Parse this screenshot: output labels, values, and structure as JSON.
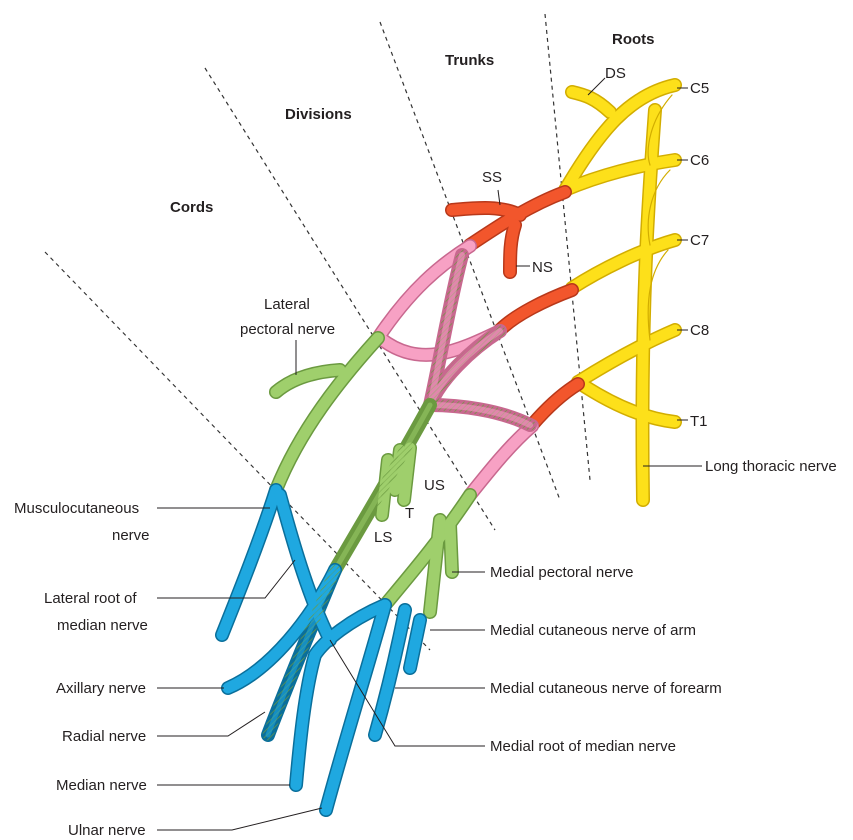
{
  "colors": {
    "roots": "#fde01a",
    "roots_outline": "#d2ad00",
    "trunks": "#f2562c",
    "trunks_outline": "#b8381a",
    "divisions": "#f7a1c4",
    "divisions_outline": "#c8688f",
    "cords": "#9fcf6c",
    "cords_outline": "#6b9a40",
    "branches": "#1fa8e0",
    "branches_outline": "#0a6f9b",
    "posterior_hatch": "#6b9a40"
  },
  "sections": {
    "roots": "Roots",
    "trunks": "Trunks",
    "divisions": "Divisions",
    "cords": "Cords"
  },
  "root_labels": {
    "c5": "C5",
    "c6": "C6",
    "c7": "C7",
    "c8": "C8",
    "t1": "T1",
    "ds": "DS",
    "long_thoracic": "Long thoracic nerve"
  },
  "trunk_labels": {
    "ss": "SS",
    "ns": "NS"
  },
  "branch_labels": {
    "us": "US",
    "t": "T",
    "ls": "LS",
    "lateral_pectoral_line1": "Lateral",
    "lateral_pectoral_line2": "pectoral nerve",
    "medial_pectoral": "Medial pectoral nerve",
    "medial_cutaneous_arm": "Medial cutaneous nerve of arm",
    "medial_cutaneous_forearm": "Medial cutaneous nerve of forearm",
    "medial_root_median": "Medial root of median nerve"
  },
  "terminal_labels": {
    "musculocutaneous_line1": "Musculocutaneous",
    "musculocutaneous_line2": "nerve",
    "lateral_root_line1": "Lateral root of",
    "lateral_root_line2": "median nerve",
    "axillary": "Axillary nerve",
    "radial": "Radial nerve",
    "median": "Median nerve",
    "ulnar": "Ulnar nerve"
  }
}
